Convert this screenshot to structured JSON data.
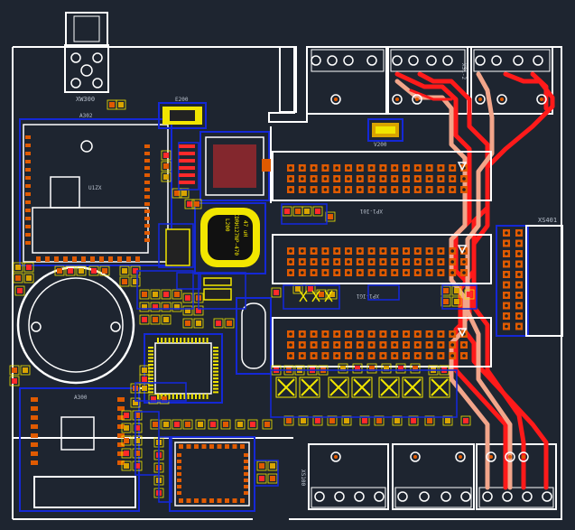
{
  "colors": {
    "background": "#1e2530",
    "outline": "#ffffff",
    "copper_red": "#ff1a1a",
    "copper_pink": "#f2a58a",
    "component_frame": "#1428d6",
    "pad_yellow": "#f2e600",
    "pad_gold": "#d9a400",
    "pad_orange": "#e05a00",
    "pad_red": "#ff2a2a",
    "silk_label": "#b8c0cc"
  },
  "labels": {
    "antenna": "XW300",
    "crystal_top": "E200",
    "module": "A302",
    "module_sub": "U1ZX",
    "diode": "V200",
    "inductor_lines": [
      "L200",
      "CDRH127NP-470",
      "47 uH"
    ],
    "cap_large": "A300",
    "connector_label_1": "XP1-I01",
    "connector_label_2": "XP1-IG1",
    "right_header": "XS401",
    "bottom_left_conn": "XS100",
    "top_right_conn": "XS1-2"
  }
}
